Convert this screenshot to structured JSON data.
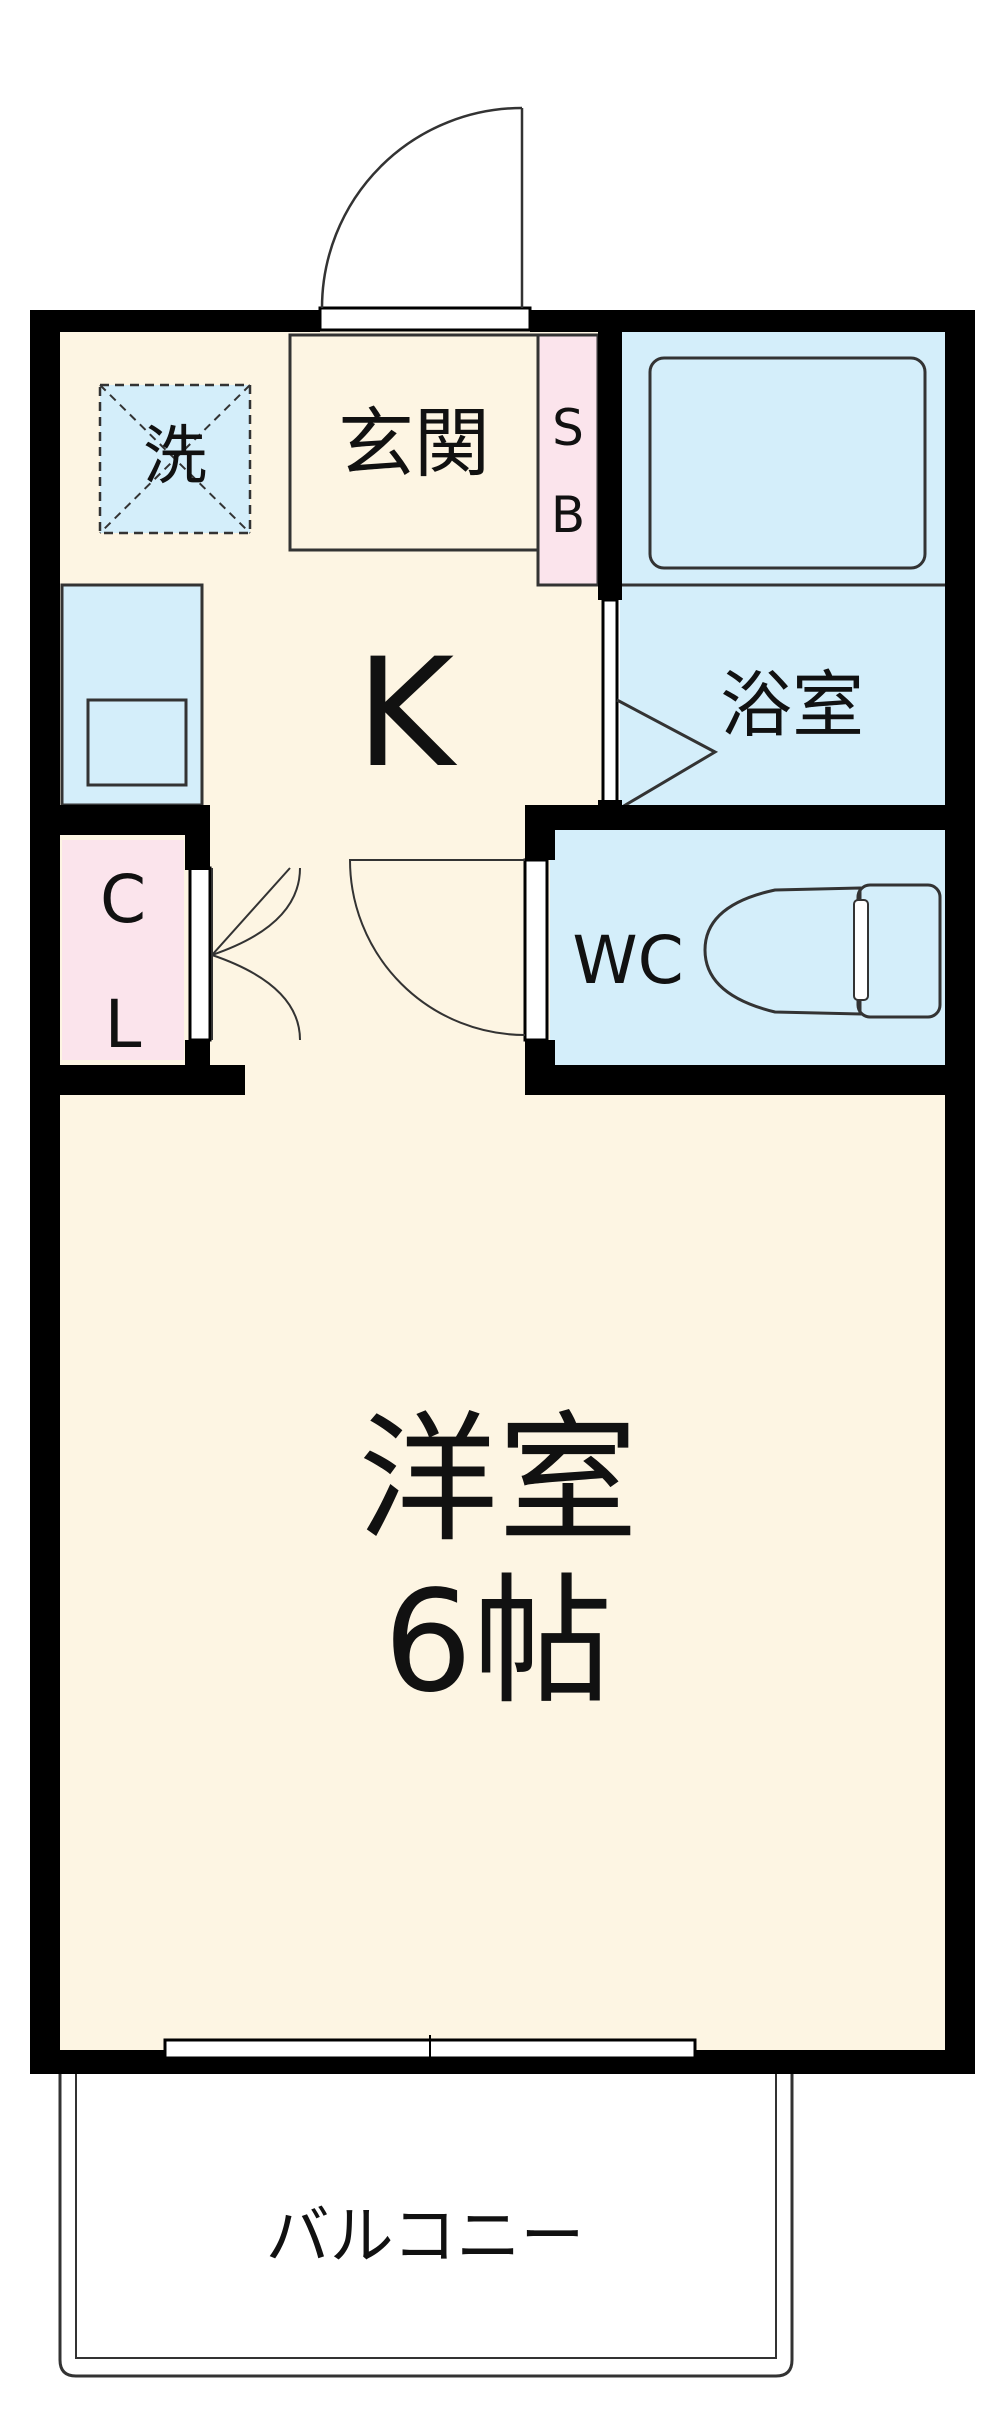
{
  "floorplan": {
    "rooms": {
      "western_room": {
        "name": "洋室",
        "size": "6帖"
      },
      "kitchen": {
        "name": "K"
      },
      "bathroom": {
        "name": "浴室"
      },
      "toilet": {
        "name": "WC"
      },
      "entrance": {
        "name": "玄関"
      },
      "washer": {
        "name": "洗"
      },
      "shoe_box": {
        "line1": "S",
        "line2": "B"
      },
      "closet": {
        "line1": "C",
        "line2": "L"
      },
      "balcony": {
        "name": "バルコニー"
      }
    },
    "colors": {
      "wall": "#000000",
      "floor": "#fdf5e3",
      "wet_area": "#d4eefa",
      "storage": "#fbe4ec",
      "fixture_stroke": "#333333"
    }
  }
}
